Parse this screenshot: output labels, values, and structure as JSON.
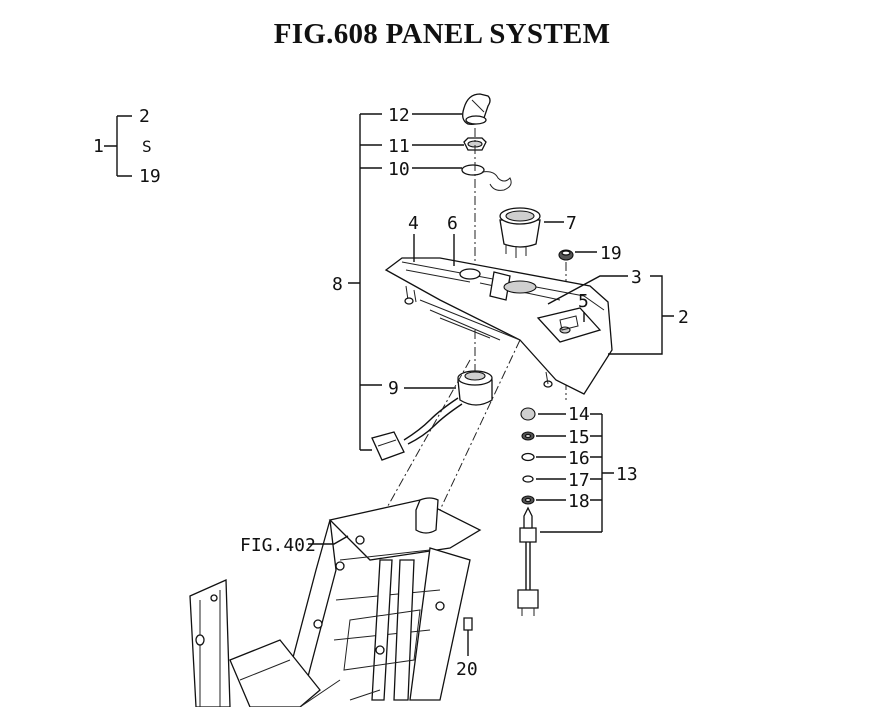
{
  "title": "FIG.608  PANEL SYSTEM",
  "legend": {
    "assembly": "1",
    "from": "2",
    "range_mark": "S",
    "to": "19"
  },
  "callouts": {
    "c2": "2",
    "c3": "3",
    "c4": "4",
    "c5": "5",
    "c6": "6",
    "c7": "7",
    "c8": "8",
    "c9": "9",
    "c10": "10",
    "c11": "11",
    "c12": "12",
    "c13": "13",
    "c14": "14",
    "c15": "15",
    "c16": "16",
    "c17": "17",
    "c18": "18",
    "c19": "19",
    "c20": "20"
  },
  "reference": "FIG.402"
}
